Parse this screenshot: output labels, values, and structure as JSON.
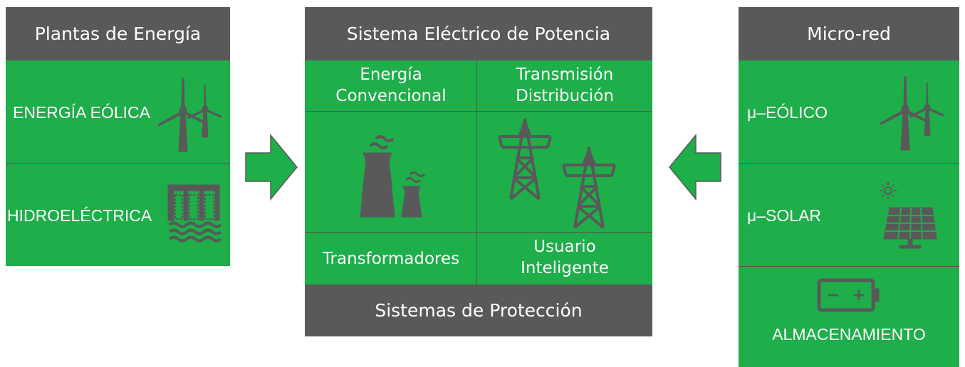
{
  "left": {
    "header": "Plantas de Energía",
    "items": [
      {
        "label": "ENERGÍA EÓLICA",
        "icon": "wind-turbine-icon"
      },
      {
        "label": "HIDROELÉCTRICA",
        "icon": "dam-icon"
      }
    ]
  },
  "center": {
    "header": "Sistema Eléctrico de Potencia",
    "conventional": "Energía\nConvencional",
    "transmission": "Transmisión\nDistribución",
    "transformers": "Transformadores",
    "smart_user": "Usuario\nInteligente",
    "footer": "Sistemas de Protección",
    "icons": [
      "power-plant-icon",
      "transmission-tower-icon"
    ]
  },
  "right": {
    "header": "Micro-red",
    "items": [
      {
        "label": "μ–EÓLICO",
        "icon": "wind-turbine-icon"
      },
      {
        "label": "μ–SOLAR",
        "icon": "solar-panel-icon"
      },
      {
        "label": "ALMACENAMIENTO",
        "icon": "battery-icon"
      }
    ]
  },
  "colors": {
    "green": "#1eae4a",
    "gray": "#595959",
    "border": "#555555"
  }
}
